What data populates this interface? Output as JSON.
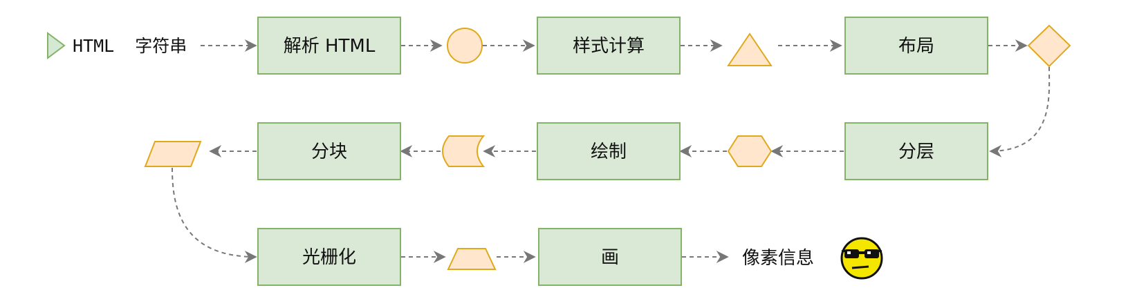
{
  "diagram": {
    "input_label": "HTML  字符串",
    "stages": {
      "parse": "解析 HTML",
      "style": "样式计算",
      "layout": "布局",
      "layer": "分层",
      "paint": "绘制",
      "tile": "分块",
      "raster": "光栅化",
      "draw": "画"
    },
    "output_label": "像素信息"
  },
  "colors": {
    "stage_fill": "#dae8d6",
    "stage_stroke": "#82b366",
    "shape_fill": "#ffe6cc",
    "shape_stroke": "#e0a91c",
    "edge": "#777777",
    "emoji_face": "#f5e600"
  },
  "icons": {
    "start": "play-triangle-icon",
    "end": "sunglasses-smiley-icon"
  }
}
